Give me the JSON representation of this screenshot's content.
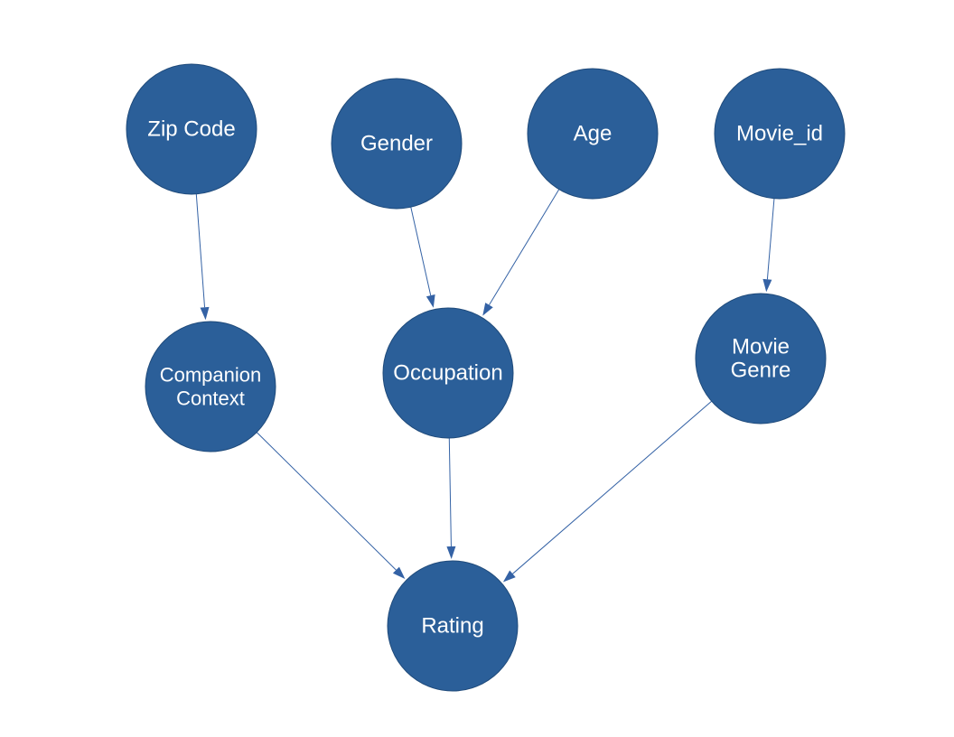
{
  "diagram": {
    "nodes": [
      {
        "id": "zip_code",
        "lines": [
          "Zip Code"
        ]
      },
      {
        "id": "gender",
        "lines": [
          "Gender"
        ]
      },
      {
        "id": "age",
        "lines": [
          "Age"
        ]
      },
      {
        "id": "movie_id",
        "lines": [
          "Movie_id"
        ]
      },
      {
        "id": "companion_context",
        "lines": [
          "Companion",
          "Context"
        ]
      },
      {
        "id": "occupation",
        "lines": [
          "Occupation"
        ]
      },
      {
        "id": "movie_genre",
        "lines": [
          "Movie",
          "Genre"
        ]
      },
      {
        "id": "rating",
        "lines": [
          "Rating"
        ]
      }
    ],
    "edges": [
      {
        "from": "zip_code",
        "to": "companion_context"
      },
      {
        "from": "gender",
        "to": "occupation"
      },
      {
        "from": "age",
        "to": "occupation"
      },
      {
        "from": "movie_id",
        "to": "movie_genre"
      },
      {
        "from": "companion_context",
        "to": "rating"
      },
      {
        "from": "occupation",
        "to": "rating"
      },
      {
        "from": "movie_genre",
        "to": "rating"
      }
    ],
    "colors": {
      "node_fill": "#2b5f99",
      "edge": "#3462a5",
      "label": "#ffffff"
    }
  }
}
